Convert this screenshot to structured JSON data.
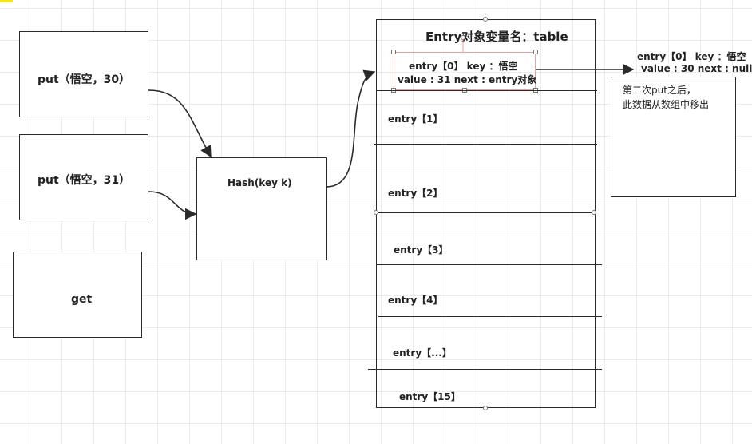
{
  "colors": {
    "stroke": "#2a2a2a",
    "grid": "#ececec",
    "selection": "#e8a0a0",
    "highlight": "#f5e51b"
  },
  "put1": {
    "label": "put（悟空，30）"
  },
  "put2": {
    "label": "put（悟空，31）"
  },
  "get": {
    "label": "get"
  },
  "hash": {
    "label": "Hash(key k)"
  },
  "table": {
    "title": "Entry对象变量名：table",
    "entry0": {
      "line1": "entry【0】 key ：悟空",
      "line2": "value : 31 next : entry对象"
    },
    "entries": [
      "entry【1】",
      "entry【2】",
      "entry【3】",
      "entry【4】",
      "entry【...】",
      "entry【15】"
    ]
  },
  "old_entry": {
    "line1": "entry【0】 key ：悟空",
    "line2": "value : 30 next : null"
  },
  "note": {
    "line1": "第二次put之后，",
    "line2": "此数据从数组中移出"
  }
}
